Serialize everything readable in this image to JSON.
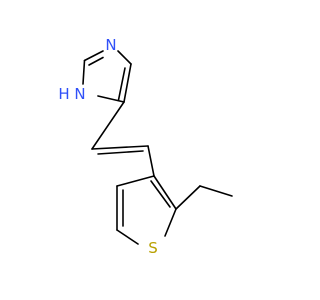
{
  "molecule": {
    "atoms": [
      {
        "id": "n3",
        "symbol": "N",
        "color": "#3050F8"
      },
      {
        "id": "n1",
        "symbol": "N",
        "color": "#3050F8"
      },
      {
        "id": "h1",
        "symbol": "H",
        "color": "#3050F8"
      },
      {
        "id": "s1",
        "symbol": "S",
        "color": "#B8A000"
      }
    ]
  }
}
